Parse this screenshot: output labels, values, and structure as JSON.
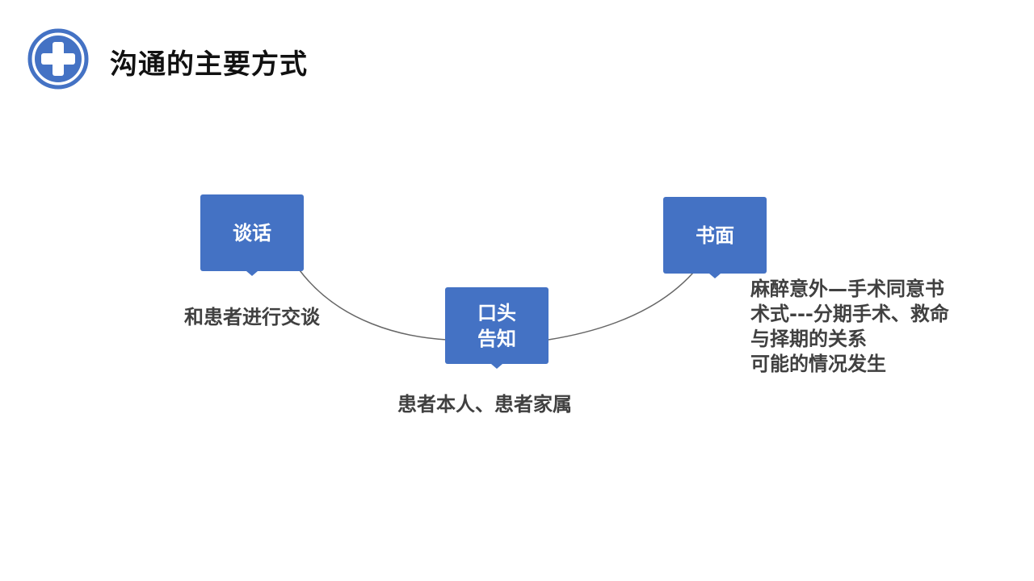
{
  "slide": {
    "title": "沟通的主要方式",
    "logo_icon": "plus-circle-icon",
    "accent_color": "#4472c4"
  },
  "diagram": {
    "nodes": [
      {
        "id": "talk",
        "label": "谈话",
        "description": "和患者进行交谈"
      },
      {
        "id": "oral",
        "label": "口头\n告知",
        "description": "患者本人、患者家属"
      },
      {
        "id": "written",
        "label": "书面",
        "description_lines": [
          "麻醉意外—手术同意书",
          "术式---分期手术、救命",
          "与择期的关系",
          "可能的情况发生"
        ]
      }
    ]
  }
}
